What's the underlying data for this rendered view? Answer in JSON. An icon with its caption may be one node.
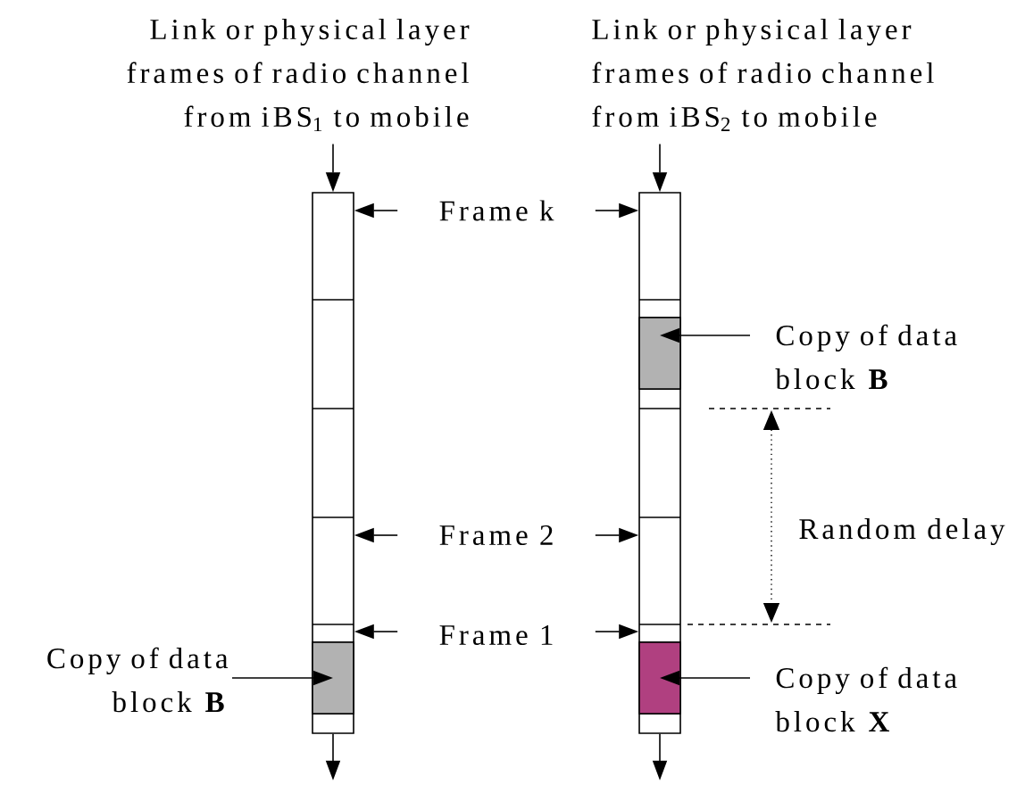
{
  "diagram": {
    "nodes": [
      {
        "text": [
          "Link or physical layer frames of radio channel from iBS$_{1}$ to mobile"
        ]
      },
      {
        "text": [],
        "shape": "bar"
      },
      {
        "text": [
          "Link or physical layer frames of radio channel from iBS$_{2}$ to mobile"
        ]
      },
      {
        "text": [],
        "shape": "bar"
      },
      {
        "text": [],
        "shape": "box",
        "in": 3
      },
      {
        "text": [
          "Frame k"
        ]
      },
      {
        "text": [
          "Copy of data block **B**"
        ]
      },
      {
        "text": [
          "Frame 2"
        ]
      },
      {
        "text": [
          "Frame 1"
        ]
      },
      {
        "text": [
          "Copy of data block **B**"
        ]
      },
      {
        "text": [],
        "shape": "box",
        "in": 1
      },
      {
        "text": [
          "Copy of data block **X**"
        ]
      },
      {
        "text": [],
        "shape": "box",
        "in": 3
      }
    ],
    "edges": [
      {
        "from": 0,
        "to": 1,
        "arrow": "to"
      },
      {
        "from": 2,
        "to": 3,
        "arrow": "to"
      },
      {
        "from": 5,
        "to": 1,
        "arrow": "to"
      },
      {
        "from": 5,
        "to": 3,
        "arrow": "to"
      },
      {
        "from": 6,
        "to": 4,
        "arrow": "to"
      },
      {
        "from": 7,
        "to": 1,
        "arrow": "to"
      },
      {
        "from": 7,
        "to": 3,
        "arrow": "to"
      },
      {
        "from": 8,
        "to": 1,
        "arrow": "to"
      },
      {
        "from": 8,
        "to": 3,
        "arrow": "to"
      },
      {
        "from": 9,
        "to": 10,
        "arrow": "to"
      },
      {
        "from": 11,
        "to": 12,
        "arrow": "to"
      },
      {
        "from": 1,
        "to": null,
        "arrow": "to"
      },
      {
        "from": 3,
        "to": null,
        "arrow": "to"
      }
    ],
    "labels": [
      "Random delay"
    ]
  }
}
